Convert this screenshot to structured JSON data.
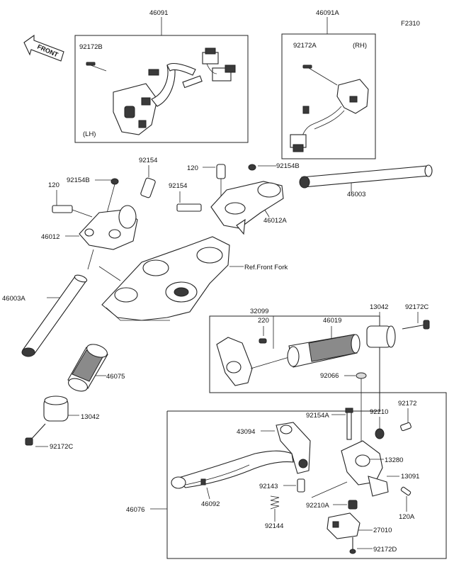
{
  "diagram_code": "F2310",
  "arrow_label": "FRONT",
  "reference_label": "Ref.Front Fork",
  "side_labels": {
    "left": "(LH)",
    "right": "(RH)"
  },
  "parts": {
    "p46091": "46091",
    "p92172B": "92172B",
    "p46091A": "46091A",
    "p92172A": "92172A",
    "p92154": "92154",
    "p92154B_left": "92154B",
    "p120_left": "120",
    "p46012": "46012",
    "p120_right": "120",
    "p92154B_right": "92154B",
    "p92154_right": "92154",
    "p46012A": "46012A",
    "p46003": "46003",
    "p46003A": "46003A",
    "p32099": "32099",
    "p220": "220",
    "p46019": "46019",
    "p13042_right": "13042",
    "p92172C_right": "92172C",
    "p46075": "46075",
    "p13042_left": "13042",
    "p92172C_left": "92172C",
    "p92066": "92066",
    "p92154A": "92154A",
    "p92210": "92210",
    "p92172": "92172",
    "p43094": "43094",
    "p13280": "13280",
    "p13091": "13091",
    "p46076": "46076",
    "p46092": "46092",
    "p92143": "92143",
    "p92210A": "92210A",
    "p120A": "120A",
    "p92144": "92144",
    "p27010": "27010",
    "p92172D": "92172D"
  }
}
